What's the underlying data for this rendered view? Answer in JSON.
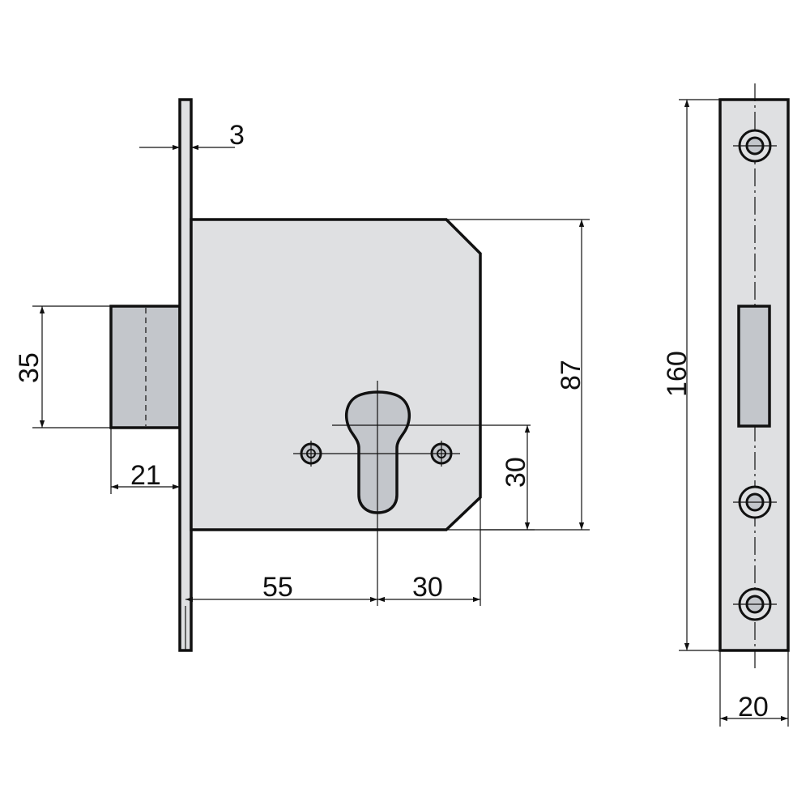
{
  "dimensions": {
    "faceplate_thickness": "3",
    "bolt_height": "35",
    "bolt_projection": "21",
    "case_height": "87",
    "cylinder_offset": "30",
    "backset": "55",
    "case_depth_after_cylinder": "30",
    "faceplate_length": "160",
    "faceplate_width": "20"
  },
  "colors": {
    "case_fill": "#dfe0e2",
    "bolt_fill": "#c3c6cb",
    "line": "#111111"
  }
}
